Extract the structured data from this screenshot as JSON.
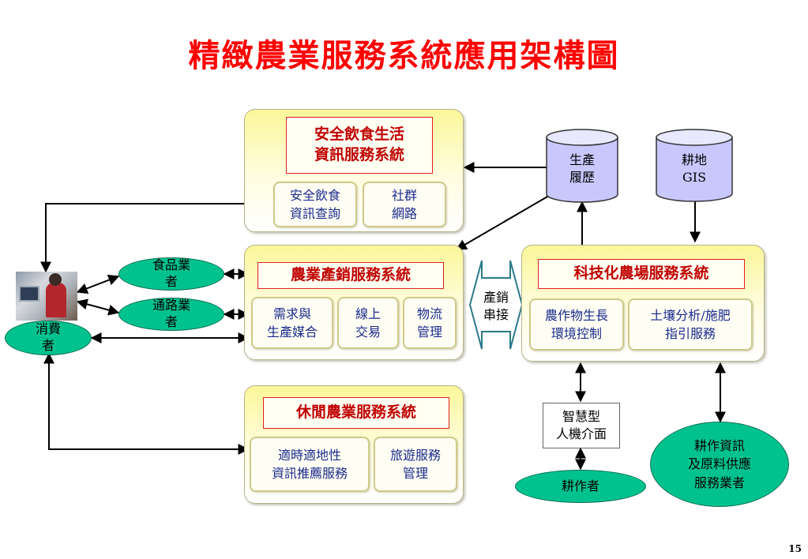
{
  "title": "精緻農業服務系統應用架構圖",
  "page_number": "15",
  "panels": {
    "food_safety": {
      "title": "安全飲食生活\n資訊服務系統",
      "items": [
        "安全飲食\n資訊查詢",
        "社群\n網路"
      ]
    },
    "marketing": {
      "title": "農業產銷服務系統",
      "items": [
        "需求與\n生產媒合",
        "線上\n交易",
        "物流\n管理"
      ]
    },
    "leisure": {
      "title": "休閒農業服務系統",
      "items": [
        "適時適地性\n資訊推薦服務",
        "旅遊服務\n管理"
      ]
    },
    "tech_farm": {
      "title": "科技化農場服務系統",
      "items": [
        "農作物生長\n環境控制",
        "土壤分析/施肥\n指引服務"
      ]
    }
  },
  "databases": {
    "production_history": "生產\n履歷",
    "farmland_gis": "耕地\nGIS"
  },
  "actors": {
    "food_vendor": "食品業\n者",
    "channel_vendor": "通路業\n者",
    "consumer": "消費\n者",
    "farmer": "耕作者",
    "supplier": "耕作資訊\n及原料供應\n服務業者"
  },
  "connector": "產銷\n串接",
  "smart_interface": "智慧型\n人機介面",
  "colors": {
    "title": "#ff0000",
    "panel_title": "#c00000",
    "item_text": "#1a2a8c",
    "oval": "#00c28e",
    "cylinder": "#c8c8ff"
  }
}
